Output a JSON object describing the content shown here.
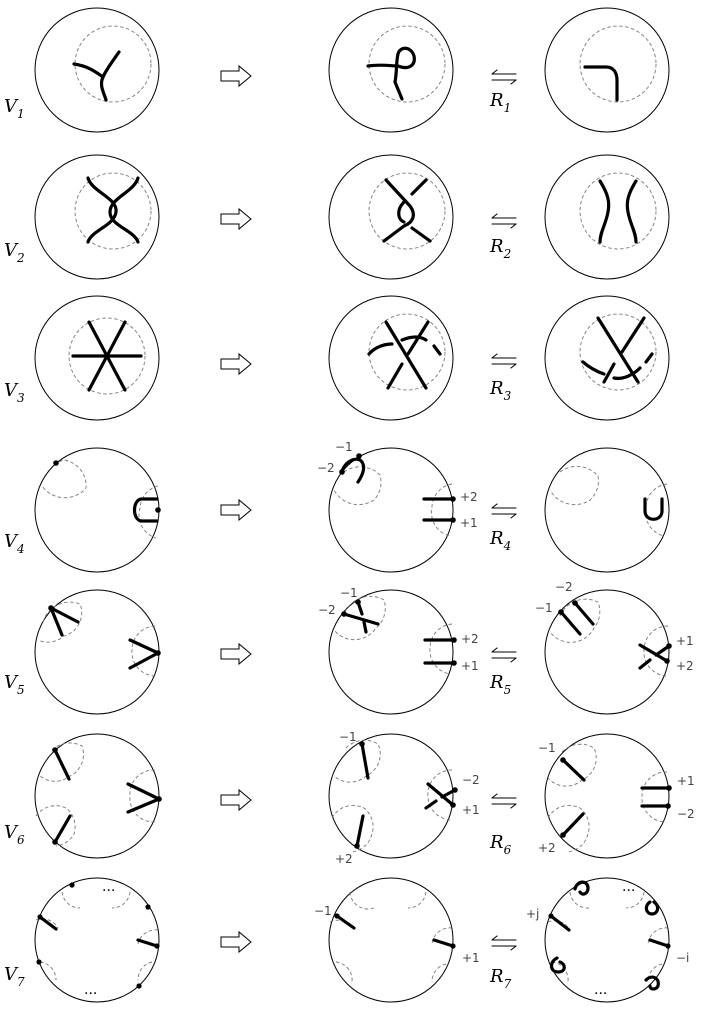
{
  "rows": [
    {
      "v_letter": "V",
      "v_sub": "1",
      "r_letter": "R",
      "r_sub": "1",
      "mid_labels": [],
      "right_labels": []
    },
    {
      "v_letter": "V",
      "v_sub": "2",
      "r_letter": "R",
      "r_sub": "2",
      "mid_labels": [],
      "right_labels": []
    },
    {
      "v_letter": "V",
      "v_sub": "3",
      "r_letter": "R",
      "r_sub": "3",
      "mid_labels": [],
      "right_labels": []
    },
    {
      "v_letter": "V",
      "v_sub": "4",
      "r_letter": "R",
      "r_sub": "4",
      "mid_labels": [
        "−1",
        "−2",
        "+2",
        "+1"
      ],
      "right_labels": []
    },
    {
      "v_letter": "V",
      "v_sub": "5",
      "r_letter": "R",
      "r_sub": "5",
      "mid_labels": [
        "−1",
        "−2",
        "+2",
        "+1"
      ],
      "right_labels": [
        "−2",
        "−1",
        "+1",
        "+2"
      ]
    },
    {
      "v_letter": "V",
      "v_sub": "6",
      "r_letter": "R",
      "r_sub": "6",
      "mid_labels": [
        "−1",
        "−2",
        "+1",
        "+2"
      ],
      "right_labels": [
        "−1",
        "+1",
        "−2",
        "+2"
      ]
    },
    {
      "v_letter": "V",
      "v_sub": "7",
      "r_letter": "R",
      "r_sub": "7",
      "mid_labels": [
        "−1",
        "+1"
      ],
      "right_labels": [
        "+j",
        "−i"
      ]
    }
  ],
  "ellipsis": "..."
}
